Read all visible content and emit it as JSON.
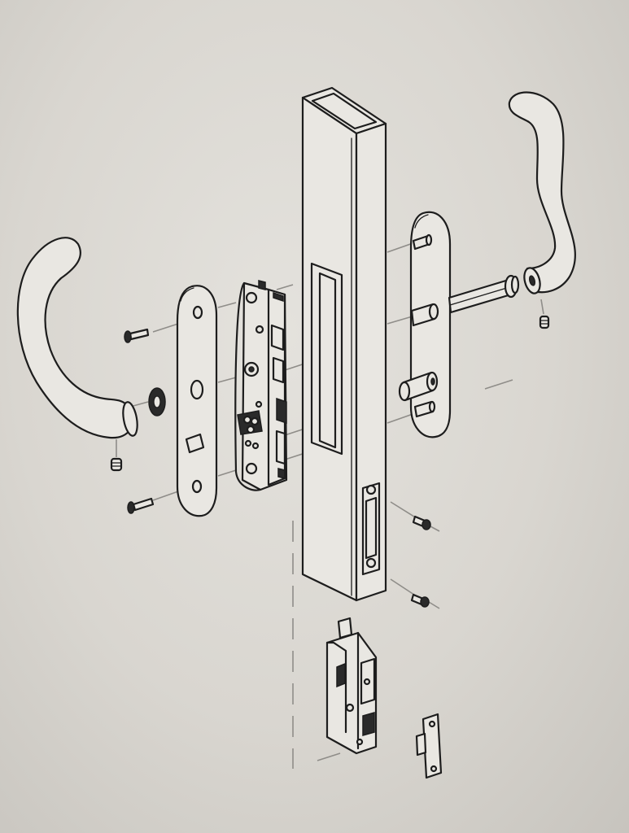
{
  "diagram": {
    "components": [
      "left-lever-handle",
      "left-rose-plate",
      "lock-mechanism",
      "door-frame-profile",
      "right-rose-plate",
      "right-lever-handle",
      "spindle",
      "screws",
      "keeper-unit",
      "strike-plate"
    ]
  }
}
